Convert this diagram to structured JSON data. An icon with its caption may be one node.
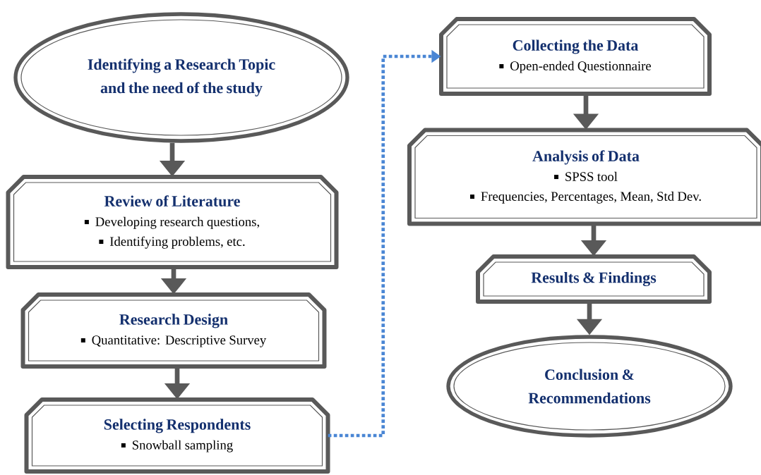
{
  "diagram": {
    "nodes": [
      {
        "text": [
          "Identifying a Research Topic and the need of the study"
        ]
      },
      {
        "text": [
          "Review of Literature",
          "Developing research questions,",
          "Identifying problems, etc."
        ]
      },
      {
        "text": [
          "Research Design",
          "Quantitative: Descriptive Survey"
        ]
      },
      {
        "text": [
          "Selecting Respondents",
          "Snowball sampling"
        ]
      },
      {
        "text": [
          "Collecting the Data",
          "Open-ended Questionnaire"
        ]
      },
      {
        "text": [
          "Analysis of Data",
          "SPSS tool",
          "Frequencies, Percentages, Mean, Std Dev."
        ]
      },
      {
        "text": [
          "Results & Findings"
        ]
      },
      {
        "text": [
          "Conclusion & Recommendations"
        ]
      }
    ],
    "edges": [
      {
        "from": 0,
        "to": 1,
        "arrow": "to"
      },
      {
        "from": 1,
        "to": 2,
        "arrow": "to"
      },
      {
        "from": 2,
        "to": 3,
        "arrow": "to"
      },
      {
        "from": 3,
        "to": 4,
        "arrow": "to",
        "style": "dashed",
        "color": "#4a86d4"
      },
      {
        "from": 4,
        "to": 5,
        "arrow": "to"
      },
      {
        "from": 5,
        "to": 6,
        "arrow": "to"
      },
      {
        "from": 6,
        "to": 7,
        "arrow": "to"
      }
    ]
  }
}
